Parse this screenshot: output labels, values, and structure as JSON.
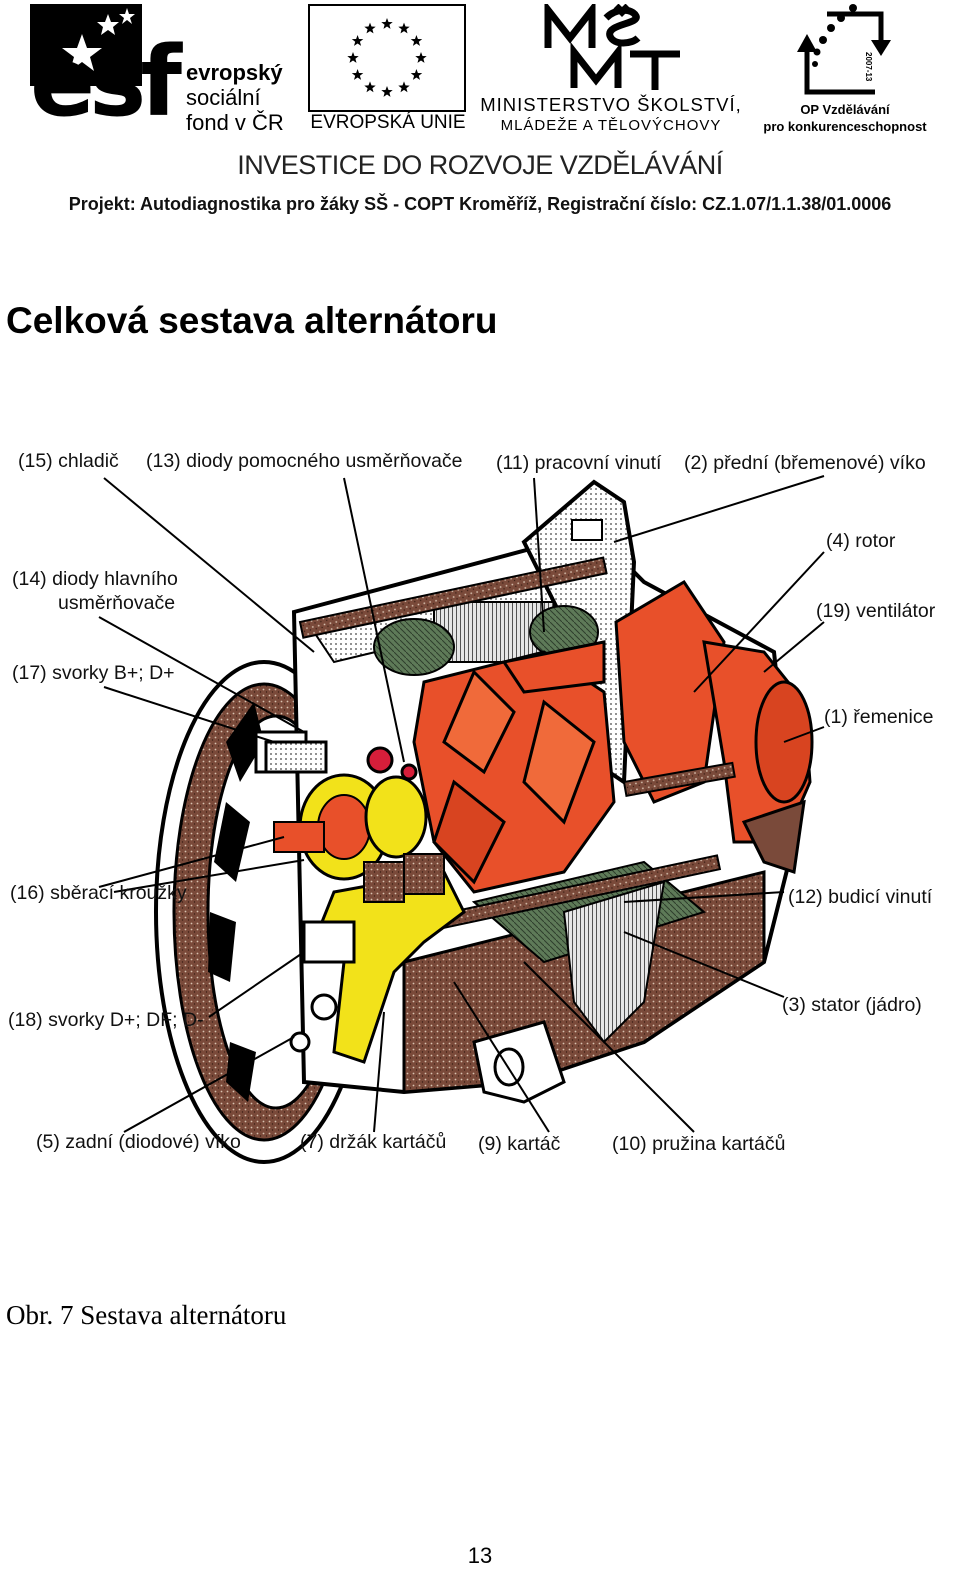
{
  "header": {
    "esf": {
      "mark": "esf",
      "line1": "evropský",
      "line2": "sociální",
      "line3": "fond v ČR"
    },
    "eu": {
      "label": "EVROPSKÁ UNIE"
    },
    "msmt": {
      "mark": "MŠMT",
      "line1": "MINISTERSTVO ŠKOLSTVÍ,",
      "line2": "MLÁDEŽE A TĚLOVÝCHOVY"
    },
    "op": {
      "year": "2007-13",
      "line1": "OP Vzdělávání",
      "line2": "pro konkurenceschopnost"
    },
    "investice": "INVESTICE DO ROZVOJE VZDĚLÁVÁNÍ",
    "projekt": "Projekt: Autodiagnostika pro žáky SŠ - COPT Kroměříž, Registrační číslo: CZ.1.07/1.1.38/01.0006"
  },
  "title": "Celková sestava alternátoru",
  "figure": {
    "labels": {
      "l15": "(15) chladič",
      "l13": "(13) diody pomocného usměrňovače",
      "l11": "(11) pracovní vinutí",
      "l2": "(2) přední (břemenové) víko",
      "l4": "(4) rotor",
      "l14a": "(14) diody hlavního",
      "l14b": "usměrňovače",
      "l19": "(19) ventilátor",
      "l17": "(17) svorky B+; D+",
      "l1": "(1) řemenice",
      "l16": "(16) sběrací kroužky",
      "l12": "(12) budicí vinutí",
      "l3": "(3) stator (jádro)",
      "l18": "(18) svorky D+; DF; D-",
      "l5": "(5) zadní (diodové) víko",
      "l7": "(7) držák kartáčů",
      "l9": "(9) kartáč",
      "l10": "(10) pružina kartáčů"
    },
    "colors": {
      "rotor": "#e8502a",
      "brush_holder": "#f2e21a",
      "housing": "#ffffff",
      "casting": "#7a4a3a"
    }
  },
  "caption": "Obr. 7 Sestava alternátoru",
  "page_number": "13"
}
